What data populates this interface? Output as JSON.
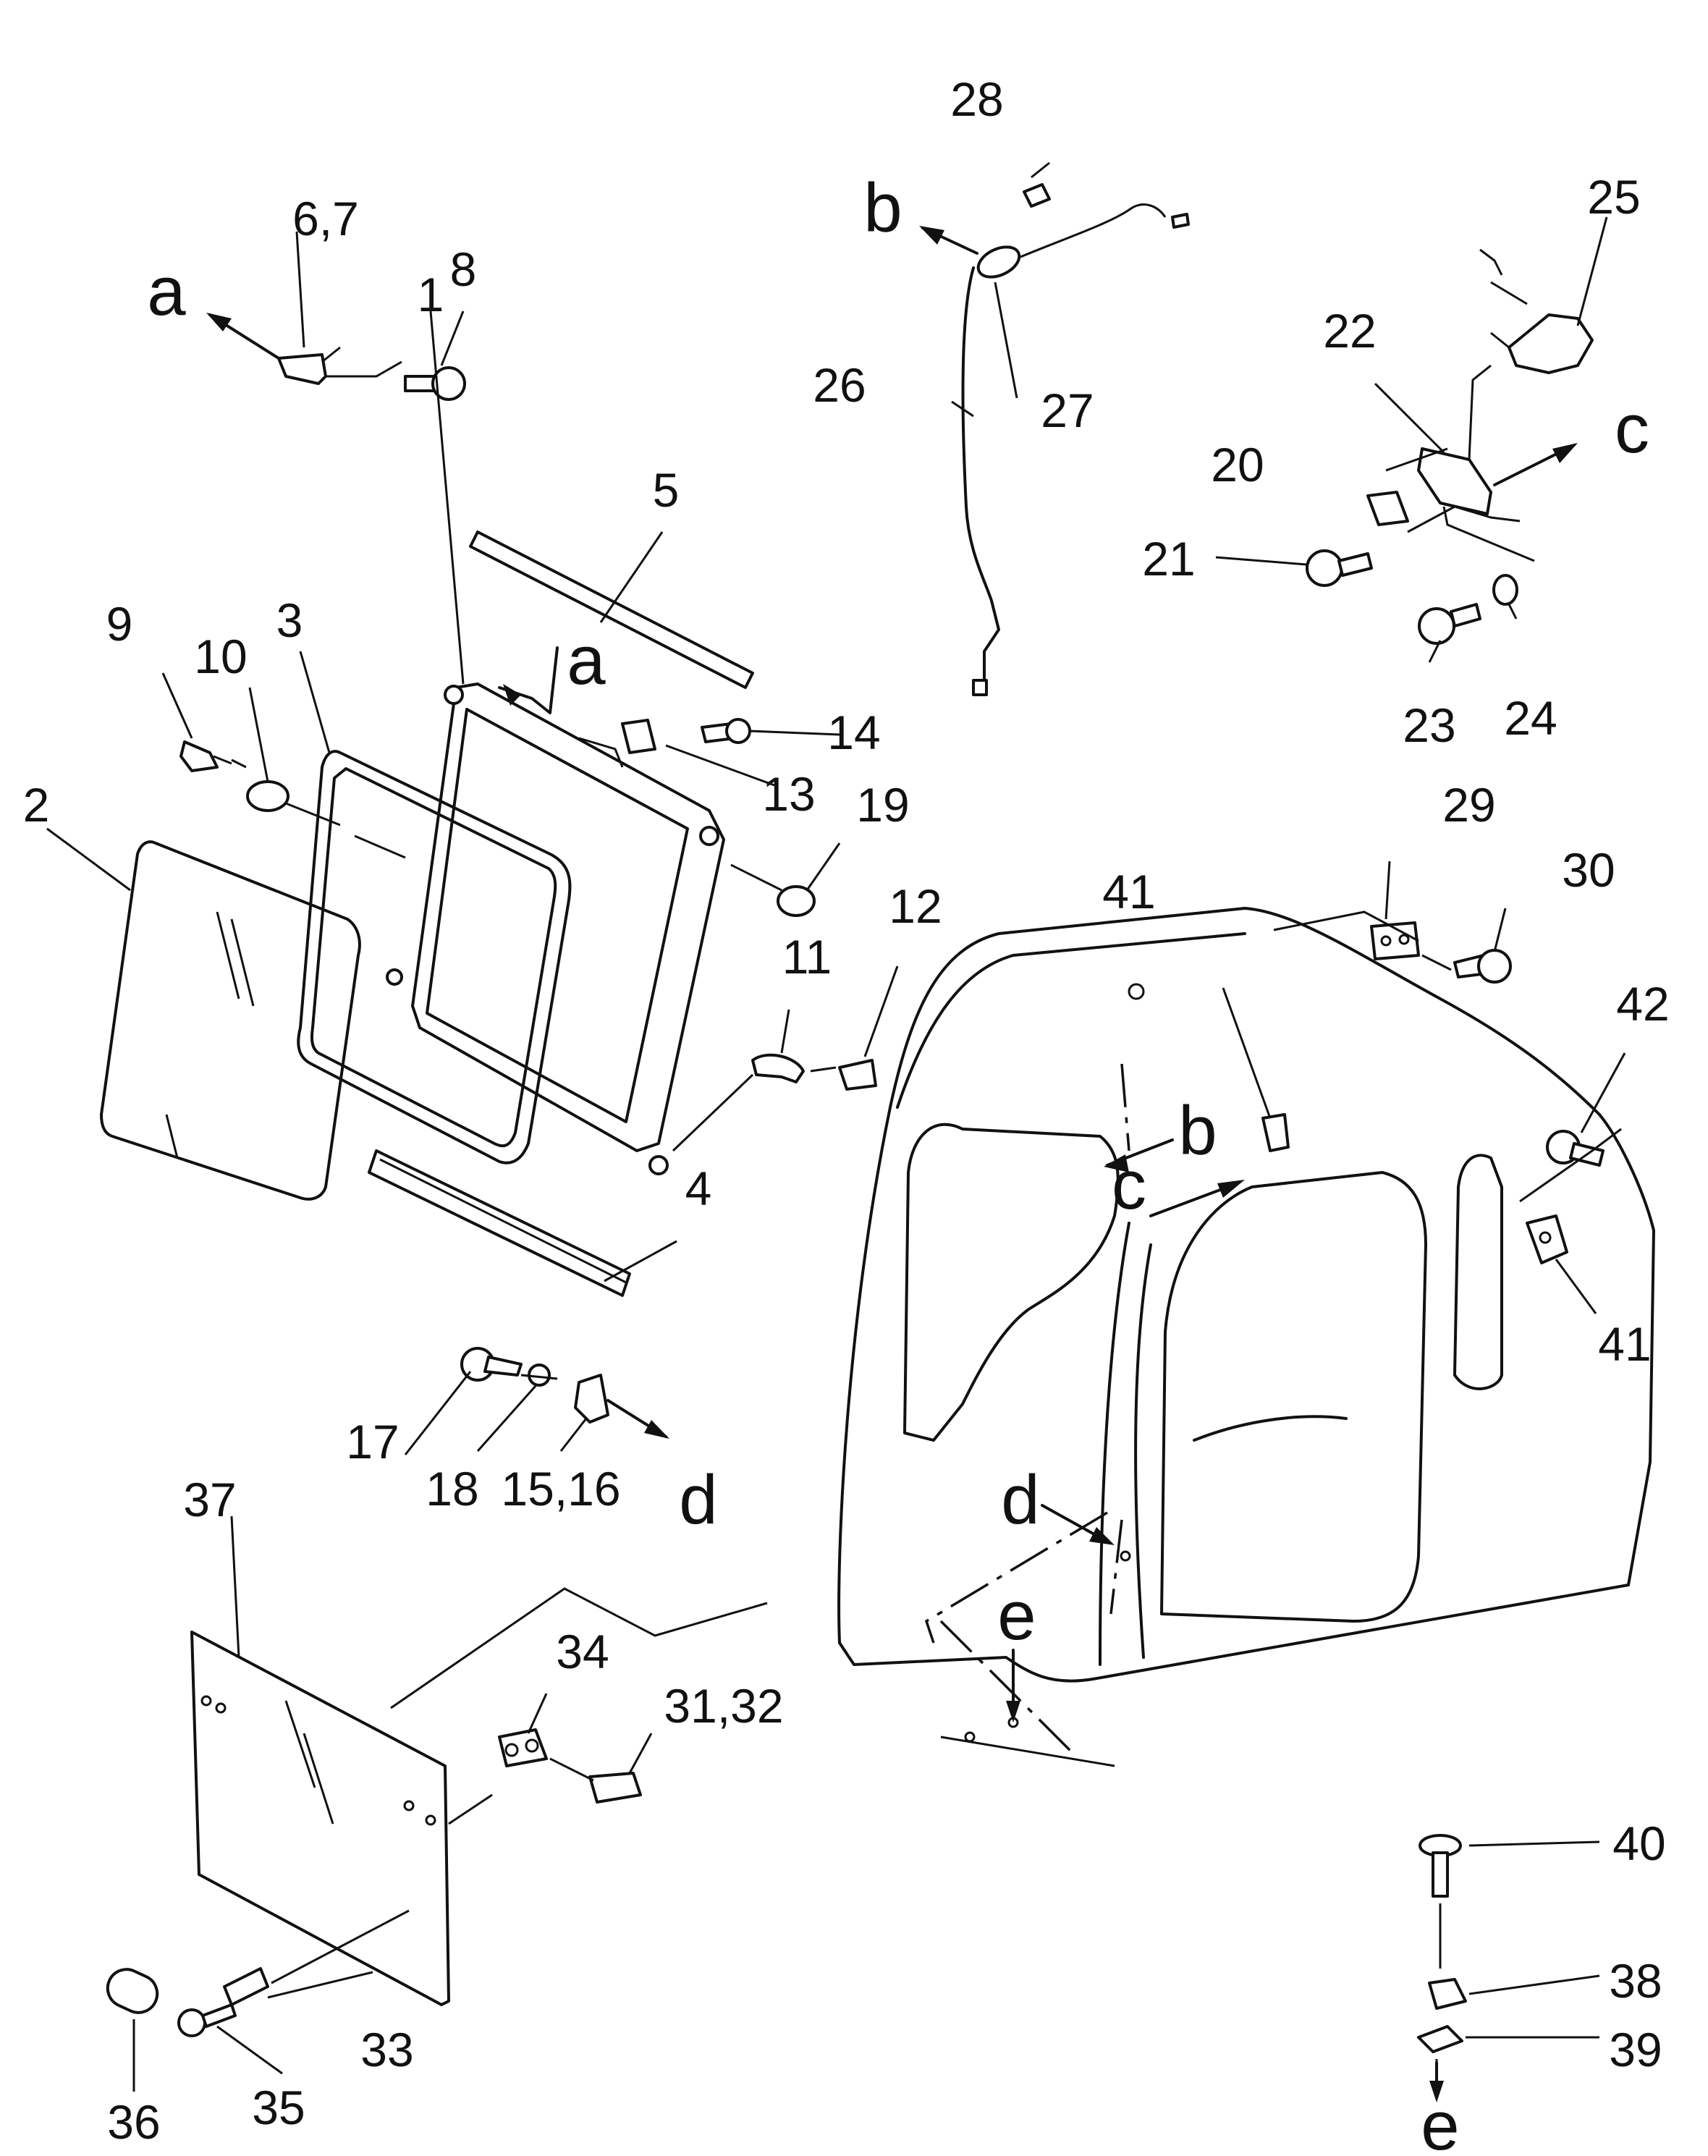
{
  "part_numbers": {
    "p1": "1",
    "p2": "2",
    "p3": "3",
    "p4": "4",
    "p5": "5",
    "p6_7": "6,7",
    "p8": "8",
    "p9": "9",
    "p10": "10",
    "p11": "11",
    "p12": "12",
    "p13": "13",
    "p14": "14",
    "p15_16": "15,16",
    "p17": "17",
    "p18": "18",
    "p19": "19",
    "p20": "20",
    "p21": "21",
    "p22": "22",
    "p23": "23",
    "p24": "24",
    "p25": "25",
    "p26": "26",
    "p27": "27",
    "p28": "28",
    "p29": "29",
    "p30": "30",
    "p31_32": "31,32",
    "p33": "33",
    "p34": "34",
    "p35": "35",
    "p36": "36",
    "p37": "37",
    "p38": "38",
    "p39": "39",
    "p40": "40",
    "p41a": "41",
    "p41b": "41",
    "p42": "42"
  },
  "reference_letters": {
    "a_window": "a",
    "a_frame": "a",
    "b_wire": "b",
    "b_cab": "b",
    "c_bracket": "c",
    "c_cab": "c",
    "d_latch": "d",
    "d_cab": "d",
    "e_cab": "e",
    "e_bottom": "e"
  }
}
